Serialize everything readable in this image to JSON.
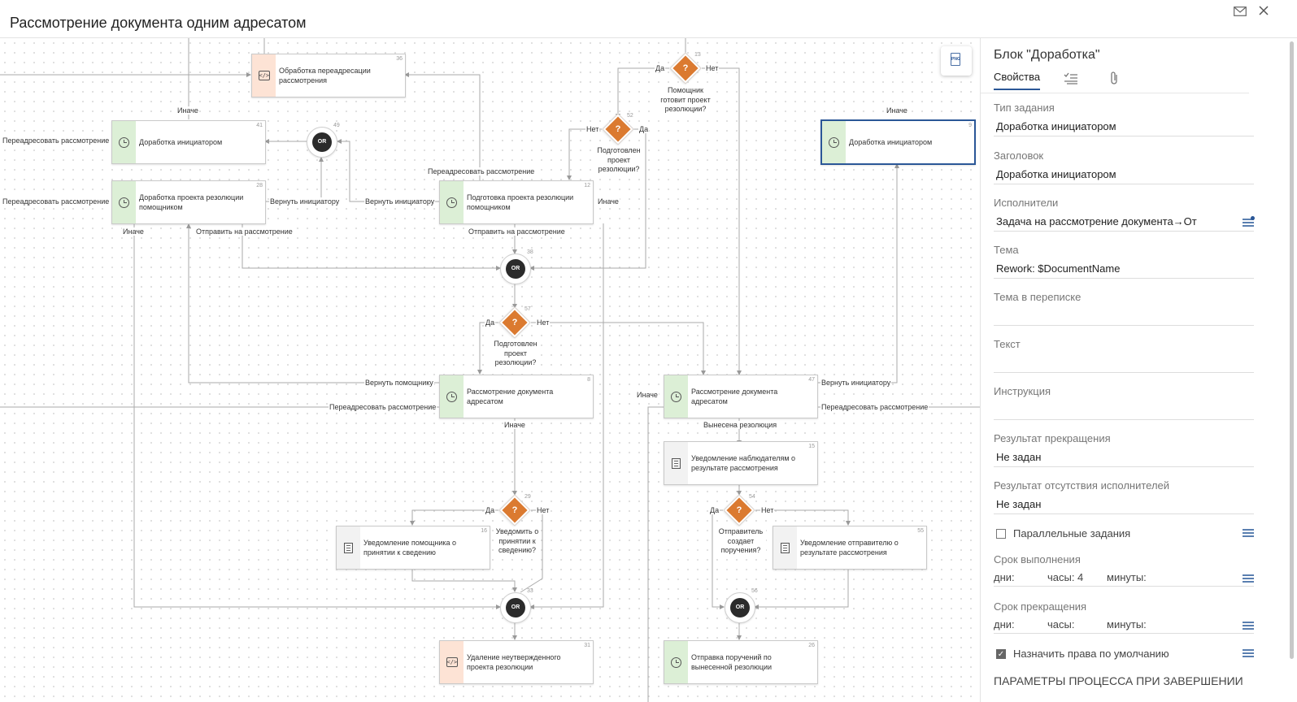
{
  "window": {
    "title": "Рассмотрение документа одним адресатом",
    "mail_icon": "mail-icon",
    "close_icon": "close-icon"
  },
  "canvas": {
    "nodes": [
      {
        "id": "n36",
        "num": "36",
        "label": "Обработка переадресации рассмотрения",
        "kind": "script"
      },
      {
        "id": "n41",
        "num": "41",
        "label": "Доработка инициатором",
        "kind": "task"
      },
      {
        "id": "n28",
        "num": "28",
        "label": "Доработка проекта резолюции помощником",
        "kind": "task"
      },
      {
        "id": "n12",
        "num": "12",
        "label": "Подготовка проекта резолюции помощником",
        "kind": "task"
      },
      {
        "id": "n9",
        "num": "9",
        "label": "Доработка инициатором",
        "kind": "task",
        "selected": true
      },
      {
        "id": "n8",
        "num": "8",
        "label": "Рассмотрение документа адресатом",
        "kind": "task"
      },
      {
        "id": "n47",
        "num": "47",
        "label": "Рассмотрение документа адресатом",
        "kind": "task"
      },
      {
        "id": "n15",
        "num": "15",
        "label": "Уведомление наблюдателям о результате рассмотрения",
        "kind": "notice"
      },
      {
        "id": "n16",
        "num": "16",
        "label": "Уведомление помощника о принятии к сведению",
        "kind": "notice"
      },
      {
        "id": "n55",
        "num": "55",
        "label": "Уведомление отправителю о результате рассмотрения",
        "kind": "notice"
      },
      {
        "id": "n31",
        "num": "31",
        "label": "Удаление неутвержденного проекта резолюции",
        "kind": "script"
      },
      {
        "id": "n26",
        "num": "26",
        "label": "Отправка поручений по вынесенной резолюции",
        "kind": "task"
      }
    ],
    "gates": [
      {
        "num": "49",
        "label": "OR"
      },
      {
        "num": "38",
        "label": "OR"
      },
      {
        "num": "33",
        "label": "OR"
      },
      {
        "num": "56",
        "label": "OR"
      }
    ],
    "decisions": [
      {
        "num": "13",
        "question": "Помощник готовит проект резолюции?",
        "yes": "Да",
        "no": "Нет"
      },
      {
        "num": "52",
        "question": "Подготовлен проект резолюции?",
        "yes": "Да",
        "no": "Нет"
      },
      {
        "num": "57",
        "question": "Подготовлен проект резолюции?",
        "yes": "Да",
        "no": "Нет"
      },
      {
        "num": "29",
        "question": "Уведомить о принятии к сведению?",
        "yes": "Да",
        "no": "Нет"
      },
      {
        "num": "54",
        "question": "Отправитель создает поручения?",
        "yes": "Да",
        "no": "Нет"
      }
    ],
    "edge_labels": {
      "inache": "Иначе",
      "readdress": "Переадресовать рассмотрение",
      "return_initiator": "Вернуть инициатору",
      "send_review": "Отправить на рассмотрение",
      "return_assistant": "Вернуть помощнику",
      "resolution_made": "Вынесена резолюция"
    },
    "png_button_icon": "png-export-icon",
    "png_label": "PNG"
  },
  "panel": {
    "title": "Блок \"Доработка\"",
    "tabs": [
      {
        "label": "Свойства",
        "icon": "",
        "active": true
      },
      {
        "label": "",
        "icon": "checklist-icon",
        "active": false
      },
      {
        "label": "",
        "icon": "paperclip-icon",
        "active": false
      }
    ],
    "fields": {
      "task_type": {
        "label": "Тип задания",
        "value": "Доработка инициатором"
      },
      "subject": {
        "label": "Заголовок",
        "value": "Доработка инициатором"
      },
      "performers": {
        "label": "Исполнители",
        "value": "Задача на рассмотрение документа→От"
      },
      "theme": {
        "label": "Тема",
        "value": "Rework: $DocumentName"
      },
      "thread_theme": {
        "label": "Тема в переписке",
        "value": ""
      },
      "text": {
        "label": "Текст",
        "value": ""
      },
      "instruction": {
        "label": "Инструкция",
        "value": ""
      },
      "abort_result": {
        "label": "Результат прекращения",
        "value": "Не задан"
      },
      "no_performers_result": {
        "label": "Результат отсутствия исполнителей",
        "value": "Не задан"
      }
    },
    "parallel_tasks": {
      "label": "Параллельные задания",
      "checked": false
    },
    "deadline": {
      "label": "Срок выполнения",
      "days": "дни:",
      "hours": "часы:",
      "hours_value": "4",
      "minutes": "минуты:"
    },
    "abort_deadline": {
      "label": "Срок прекращения",
      "days": "дни:",
      "hours": "часы:",
      "minutes": "минуты:"
    },
    "default_rights": {
      "label": "Назначить права по умолчанию",
      "checked": true
    },
    "completion_section": "ПАРАМЕТРЫ ПРОЦЕССА ПРИ ЗАВЕРШЕНИИ"
  }
}
